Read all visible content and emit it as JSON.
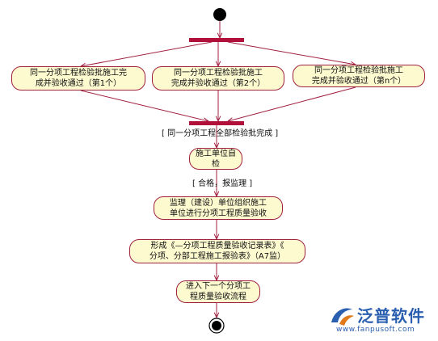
{
  "diagram": {
    "nodes": {
      "first": "同一分项工程检验批施工完\n成并验收通过（第1个）",
      "second": "同一分项工程检验批施工\n完成并验收通过（第2个）",
      "nth": "同一分项工程检验批施工\n完成并验收通过（第n个）",
      "self_check": "施工单位自\n检",
      "supervision": "监理（建设）单位组织施工\n单位进行分项工程质量验收",
      "record": "形成《—分项工程质量验收记录表》《\n分项、分部工程施工报验表》（A7监）",
      "next": "进入下一个分项工\n程质量验收流程"
    },
    "guards": {
      "all_complete": "[ 同一分项工程全部检验批完成 ]",
      "qualified": "[ 合格，报监理 ]"
    }
  },
  "logo": {
    "name": "泛普软件",
    "url": "www.fanpusoft.com"
  },
  "colors": {
    "node_fill": "#fdfad0",
    "node_border": "#a02040",
    "connector": "#a02040",
    "bar": "#b0103a",
    "brand": "#2a5fb0"
  }
}
